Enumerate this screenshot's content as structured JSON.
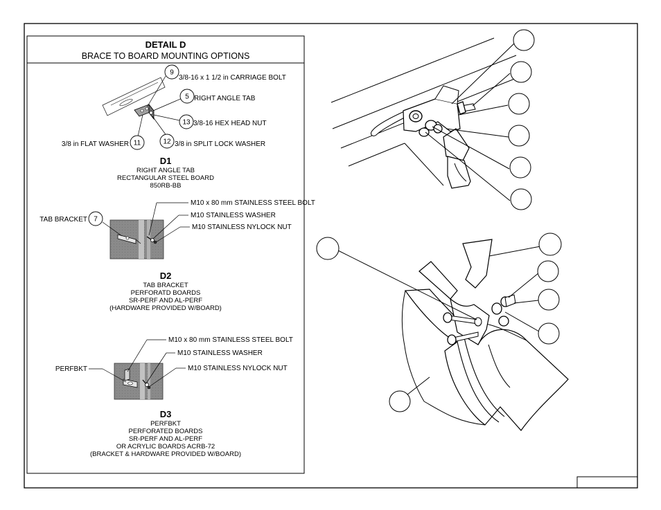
{
  "detail": {
    "title": "DETAIL D",
    "subtitle": "BRACE TO BOARD MOUNTING OPTIONS"
  },
  "d1": {
    "callouts": {
      "bolt": {
        "num": "9",
        "text": "3/8-16 x 1 1/2 in CARRIAGE BOLT"
      },
      "tab": {
        "num": "5",
        "text": "RIGHT ANGLE TAB"
      },
      "nut": {
        "num": "13",
        "text": "3/8-16 HEX HEAD NUT"
      },
      "flat_washer": {
        "num": "11",
        "text": "3/8 in FLAT WASHER"
      },
      "lock_washer": {
        "num": "12",
        "text": "3/8 in SPLIT LOCK  WASHER"
      }
    },
    "caption": {
      "id": "D1",
      "lines": [
        "RIGHT ANGLE TAB",
        "RECTANGULAR STEEL BOARD",
        "850RB-BB"
      ]
    }
  },
  "d2": {
    "callouts": {
      "bolt": "M10 x 80 mm STAINLESS STEEL BOLT",
      "washer": "M10 STAINLESS  WASHER",
      "nut": "M10 STAINLESS NYLOCK NUT",
      "bracket": {
        "num": "7",
        "text": "TAB BRACKET"
      }
    },
    "caption": {
      "id": "D2",
      "lines": [
        "TAB BRACKET",
        "PERFORATD BOARDS",
        "SR-PERF AND AL-PERF",
        "(HARDWARE PROVIDED W/BOARD)"
      ]
    }
  },
  "d3": {
    "callouts": {
      "bolt": "M10 x 80 mm STAINLESS STEEL BOLT",
      "washer": "M10 STAINLESS  WASHER",
      "nut": "M10 STAINLESS NYLOCK NUT",
      "bracket": "PERFBKT"
    },
    "caption": {
      "id": "D3",
      "lines": [
        "PERFBKT",
        "PERFORATED BOARDS",
        "SR-PERF AND AL-PERF",
        "OR ACRYLIC BOARDS ACRB-72",
        "(BRACKET & HARDWARE PROVIDED W/BOARD)"
      ]
    }
  }
}
